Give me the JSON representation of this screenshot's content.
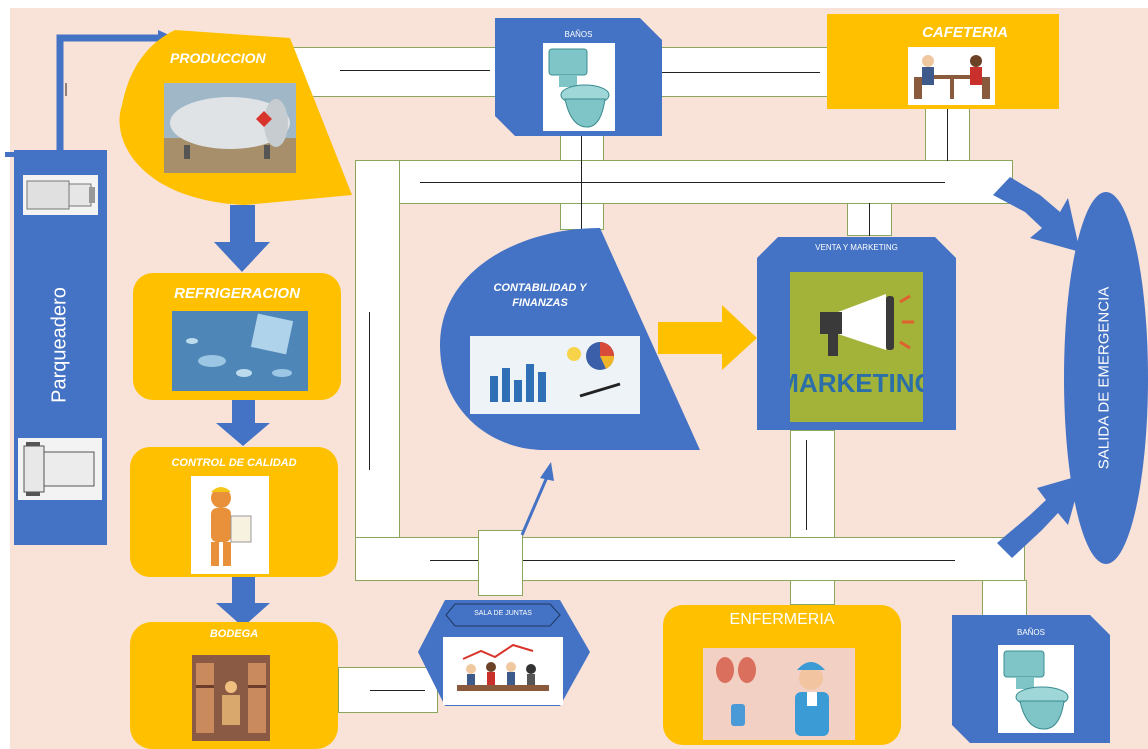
{
  "areas": {
    "parking": "Parqueadero",
    "production": "PRODUCCION",
    "refrigeration": "REFRIGERACION",
    "quality": "CONTROL DE CALIDAD",
    "warehouse": "BODEGA",
    "accounting": "CONTABILIDAD Y FINANZAS",
    "sales": "VENTA Y MARKETING",
    "marketing_sign": "MARKETING",
    "meeting": "SALA DE JUNTAS",
    "infirmary": "ENFERMERIA",
    "bathrooms_top": "BAÑOS",
    "bathrooms_bottom": "BAÑOS",
    "cafeteria": "CAFETERIA",
    "emergency_exit": "SALIDA DE EMERGENCIA"
  },
  "colors": {
    "background": "#f9e2d8",
    "blue": "#4472c4",
    "yellow": "#ffc000",
    "corridor_border": "#8aa65e"
  }
}
